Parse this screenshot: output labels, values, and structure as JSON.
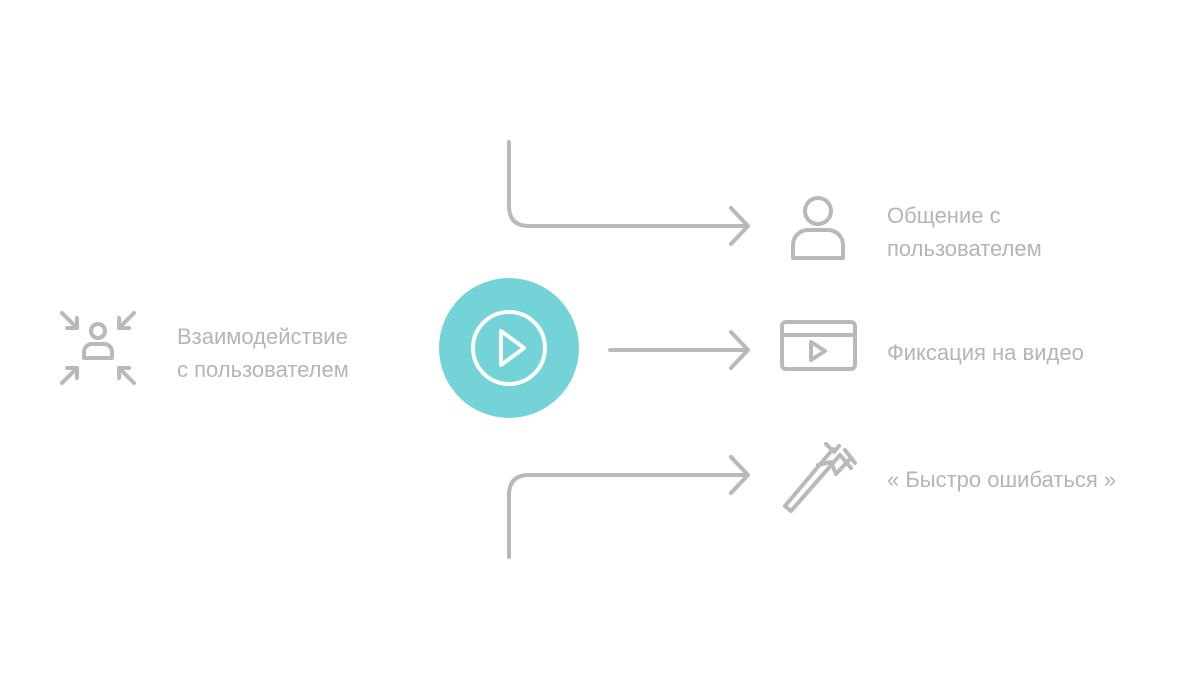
{
  "colors": {
    "accent": "#74d3d6",
    "stroke": "#b9b9b9",
    "text": "#b5b5b5",
    "background": "#ffffff"
  },
  "left": {
    "icon": "user-converge-icon",
    "line1": "Взаимодействие",
    "line2": "с пользователем"
  },
  "center": {
    "icon": "play-icon"
  },
  "outputs": [
    {
      "icon": "user-icon",
      "line1": "Общение с",
      "line2": "пользователем"
    },
    {
      "icon": "video-player-icon",
      "line1": "Фиксация на видео"
    },
    {
      "icon": "caliper-icon",
      "line1": "« Быстро ошибаться »"
    }
  ]
}
